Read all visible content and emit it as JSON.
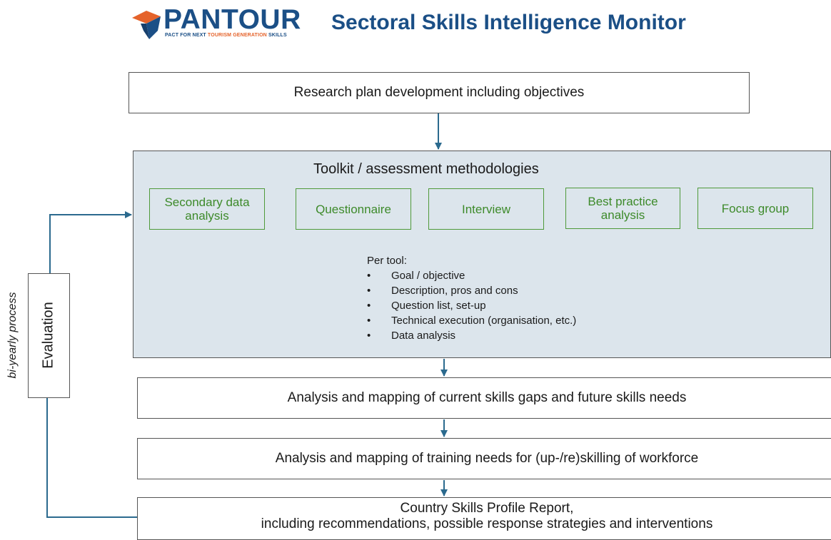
{
  "header": {
    "brand_name": "PANTOUR",
    "tagline_part1": "PACT FOR NEXT ",
    "tagline_highlight": "TOURISM GENERATION",
    "tagline_part2": " SKILLS",
    "title": "Sectoral Skills Intelligence Monitor"
  },
  "flow": {
    "research_plan": "Research plan development including objectives",
    "toolkit": {
      "title": "Toolkit / assessment methodologies",
      "tools": {
        "secondary": "Secondary data analysis",
        "questionnaire": "Questionnaire",
        "interview": "Interview",
        "best_practice": "Best practice analysis",
        "focus_group": "Focus group"
      },
      "per_tool_heading": "Per tool:",
      "per_tool_items": [
        "Goal / objective",
        "Description, pros and cons",
        "Question list, set-up",
        "Technical execution (organisation, etc.)",
        "Data analysis"
      ]
    },
    "skills_gaps": "Analysis and mapping of current skills gaps and future skills needs",
    "training_needs": "Analysis and mapping of training needs for (up-/re)skilling of workforce",
    "report_line1": "Country Skills Profile Report,",
    "report_line2": "including recommendations, possible response strategies and interventions"
  },
  "feedback": {
    "evaluation": "Evaluation",
    "process_label": "bi-yearly process"
  },
  "colors": {
    "brand_blue": "#1b4f86",
    "brand_orange": "#e5632b",
    "tool_green": "#4f9a3a",
    "panel_fill": "#dce5ec",
    "arrow_blue": "#2b6a8e"
  }
}
